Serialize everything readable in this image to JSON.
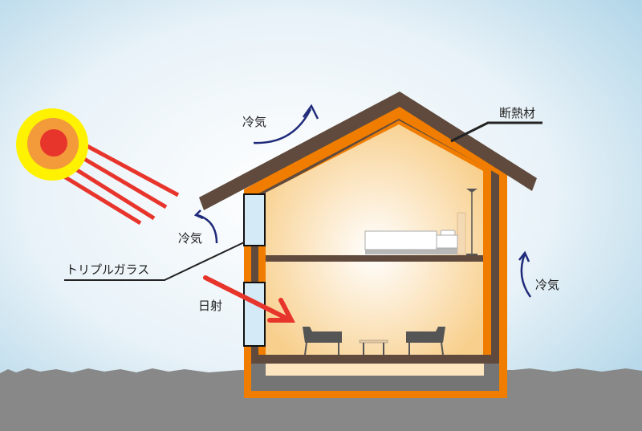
{
  "labels": {
    "cold_air_top": "冷気",
    "cold_air_left": "冷気",
    "cold_air_right": "冷気",
    "insulation": "断熱材",
    "triple_glass": "トリプルガラス",
    "solar_radiation": "日射"
  },
  "colors": {
    "roof": "#5f4a3d",
    "insulation": "#f07d00",
    "interior": "#fde6bf",
    "window": "#d4eaf6",
    "ground": "#888888",
    "sun_outer": "#fff200",
    "sun_mid": "#f39a3a",
    "sun_core": "#e8352c",
    "arrow_blue": "#1f2a7a",
    "solar_arrow": "#e8352c"
  }
}
